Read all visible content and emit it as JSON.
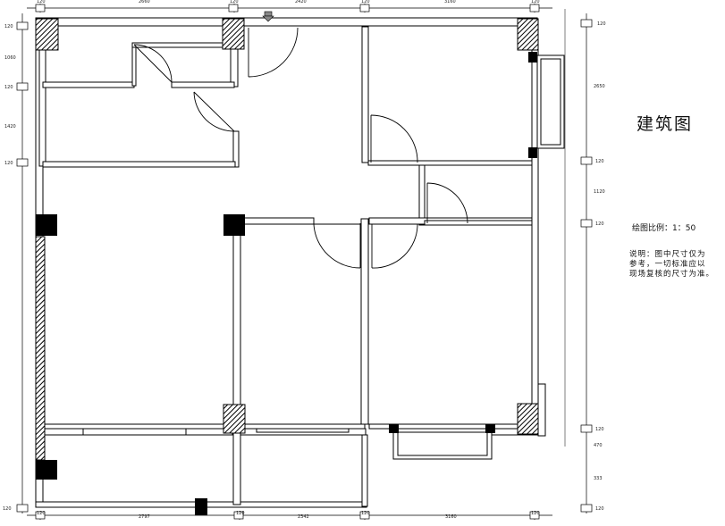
{
  "drawing": {
    "title": "建筑图",
    "scale": "绘图比例：1：50",
    "note_lines": [
      "说明：图中尺寸仅为",
      "参考，一切标准应以",
      "现场复核的尺寸为准。"
    ]
  },
  "dimensions": {
    "top": [
      "120",
      "2660",
      "120",
      "2420",
      "120",
      "3160",
      "120"
    ],
    "bottom": [
      "120",
      "2797",
      "120",
      "2342",
      "120",
      "3160",
      "120"
    ],
    "left": [
      "120",
      "1060",
      "120",
      "1420",
      "120",
      "120"
    ],
    "right": [
      "120",
      "2650",
      "120",
      "1120",
      "120",
      "120",
      "470",
      "333",
      "120"
    ]
  }
}
